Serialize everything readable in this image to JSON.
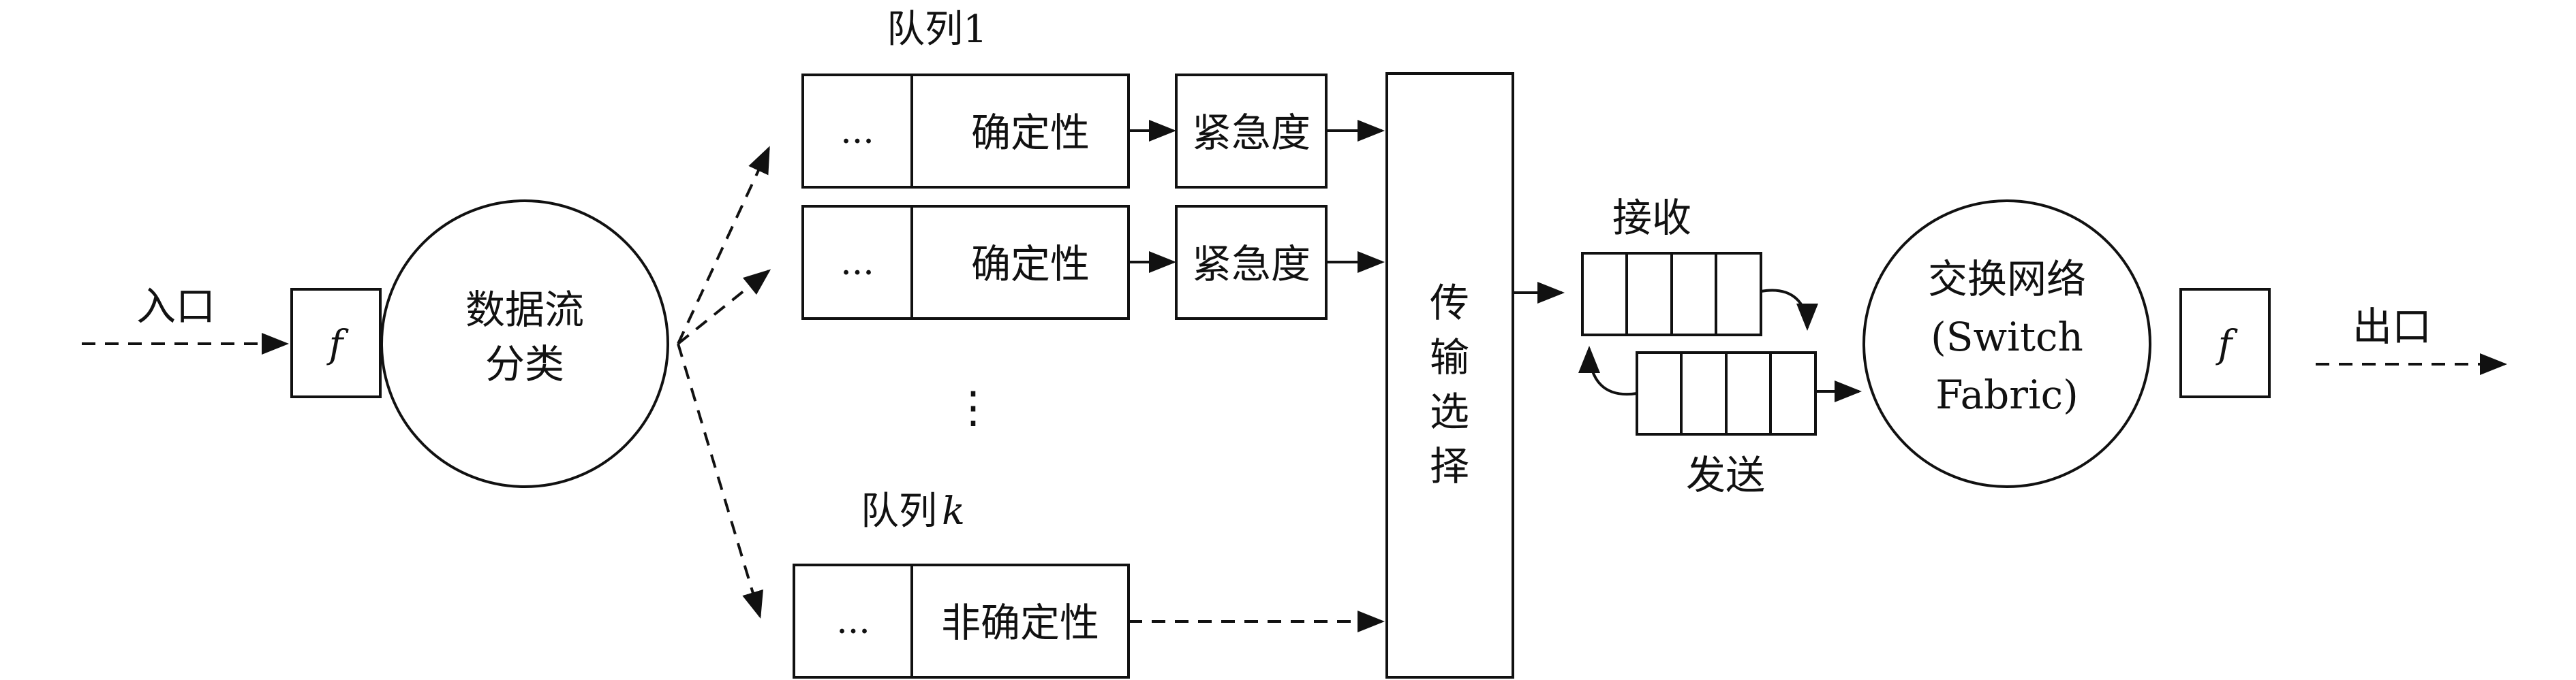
{
  "entrance": {
    "label": "入口",
    "f_symbol": "f"
  },
  "classifier": {
    "line1": "数据流",
    "line2": "分类"
  },
  "queue1": {
    "title": "队列1",
    "rows": [
      {
        "dots": "...",
        "label": "确定性",
        "urgency": "紧急度"
      },
      {
        "dots": "...",
        "label": "确定性",
        "urgency": "紧急度"
      }
    ]
  },
  "vdots": "⋮",
  "queuek": {
    "title_prefix": "队列",
    "title_var": "k",
    "dots": "...",
    "label": "非确定性"
  },
  "selector": {
    "chars": [
      "传",
      "输",
      "选",
      "择"
    ]
  },
  "receive": {
    "label": "接收"
  },
  "send": {
    "label": "发送"
  },
  "switch": {
    "line1": "交换网络",
    "line2": "(Switch",
    "line3": "Fabric)"
  },
  "exit": {
    "label": "出口",
    "f_symbol": "f"
  }
}
